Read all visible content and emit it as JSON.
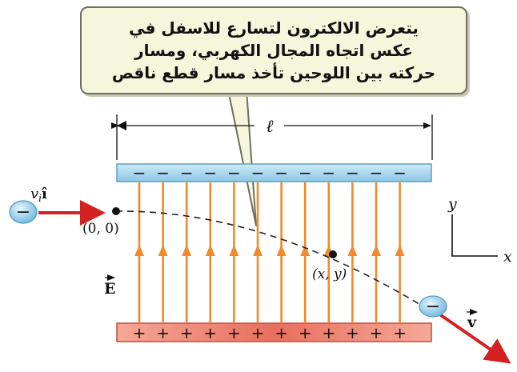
{
  "callout": {
    "lines": [
      "يتعرض الالكترون لتسارع للاسفل في",
      "عكس اتجاه المجال الكهربي، ومسار",
      "حركته بين اللوحين تأخذ مسار قطع ناقص"
    ]
  },
  "labels": {
    "length": "ℓ",
    "initial_velocity": "v",
    "initial_velocity_sub": "i",
    "initial_velocity_unit": "î",
    "origin": "(0, 0)",
    "point": "(x, y)",
    "field": "E",
    "final_velocity": "v",
    "axis_y": "y",
    "axis_x": "x",
    "electron_sign": "−",
    "plate_top_sign": "−",
    "plate_bottom_sign": "+"
  },
  "colors": {
    "top_plate": "#a9d8ef",
    "bottom_plate": "#f08878",
    "field_lines": "#f08a2a",
    "velocity_arrows": "#d42020",
    "electron": "#8fcbe8",
    "callout_bg": "#f6f6dc"
  }
}
